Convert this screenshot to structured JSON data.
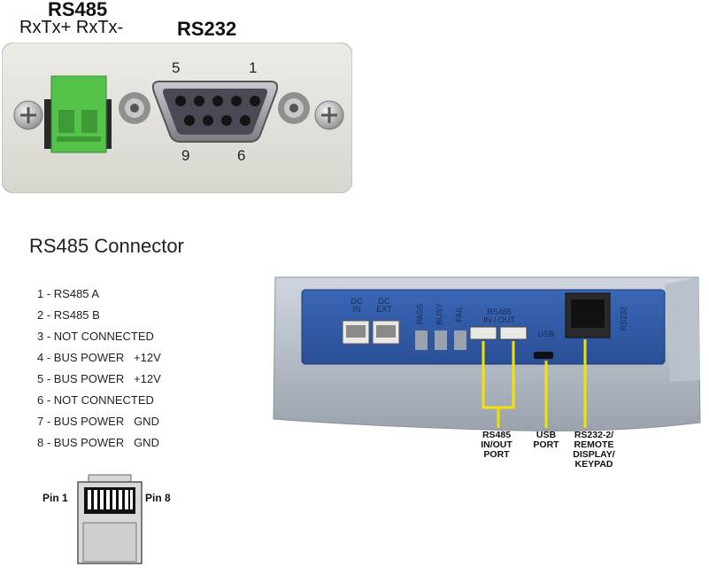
{
  "top_labels": {
    "rs485_title": "RS485",
    "rs485_pins": "RxTx+ RxTx-",
    "rs232_title": "RS232",
    "pin_5": "5",
    "pin_1": "1",
    "pin_9": "9",
    "pin_6": "6"
  },
  "connector_section": {
    "title": "RS485 Connector",
    "pins": [
      "1 - RS485 A",
      "2 - RS485 B",
      "3 - NOT CONNECTED",
      "4 - BUS POWER   +12V",
      "5 - BUS POWER   +12V",
      "6 - NOT CONNECTED",
      "7 - BUS POWER   GND",
      "8 - BUS POWER   GND"
    ],
    "pin1_label": "Pin 1",
    "pin8_label": "Pin 8"
  },
  "device_panel": {
    "dc_in": [
      "DC",
      "IN"
    ],
    "dc_ext": [
      "DC",
      "EXT"
    ],
    "leds": [
      "PASS",
      "BUSY",
      "FAIL"
    ],
    "rs485_header": [
      "RS485",
      "IN / OUT"
    ],
    "usb_label": "USB",
    "rs232_vertical": "RS232",
    "callouts": {
      "rs485": [
        "RS485",
        "IN/OUT",
        "PORT"
      ],
      "usb": [
        "USB",
        "PORT"
      ],
      "rs232": [
        "RS232-2/",
        "REMOTE",
        "DISPLAY/",
        "KEYPAD"
      ]
    }
  },
  "colors": {
    "panel_blue": "#2f5ba8",
    "callout_yellow": "#f2e200",
    "connector_green": "#55c24a",
    "plate_gray": "#e3e2dc"
  }
}
